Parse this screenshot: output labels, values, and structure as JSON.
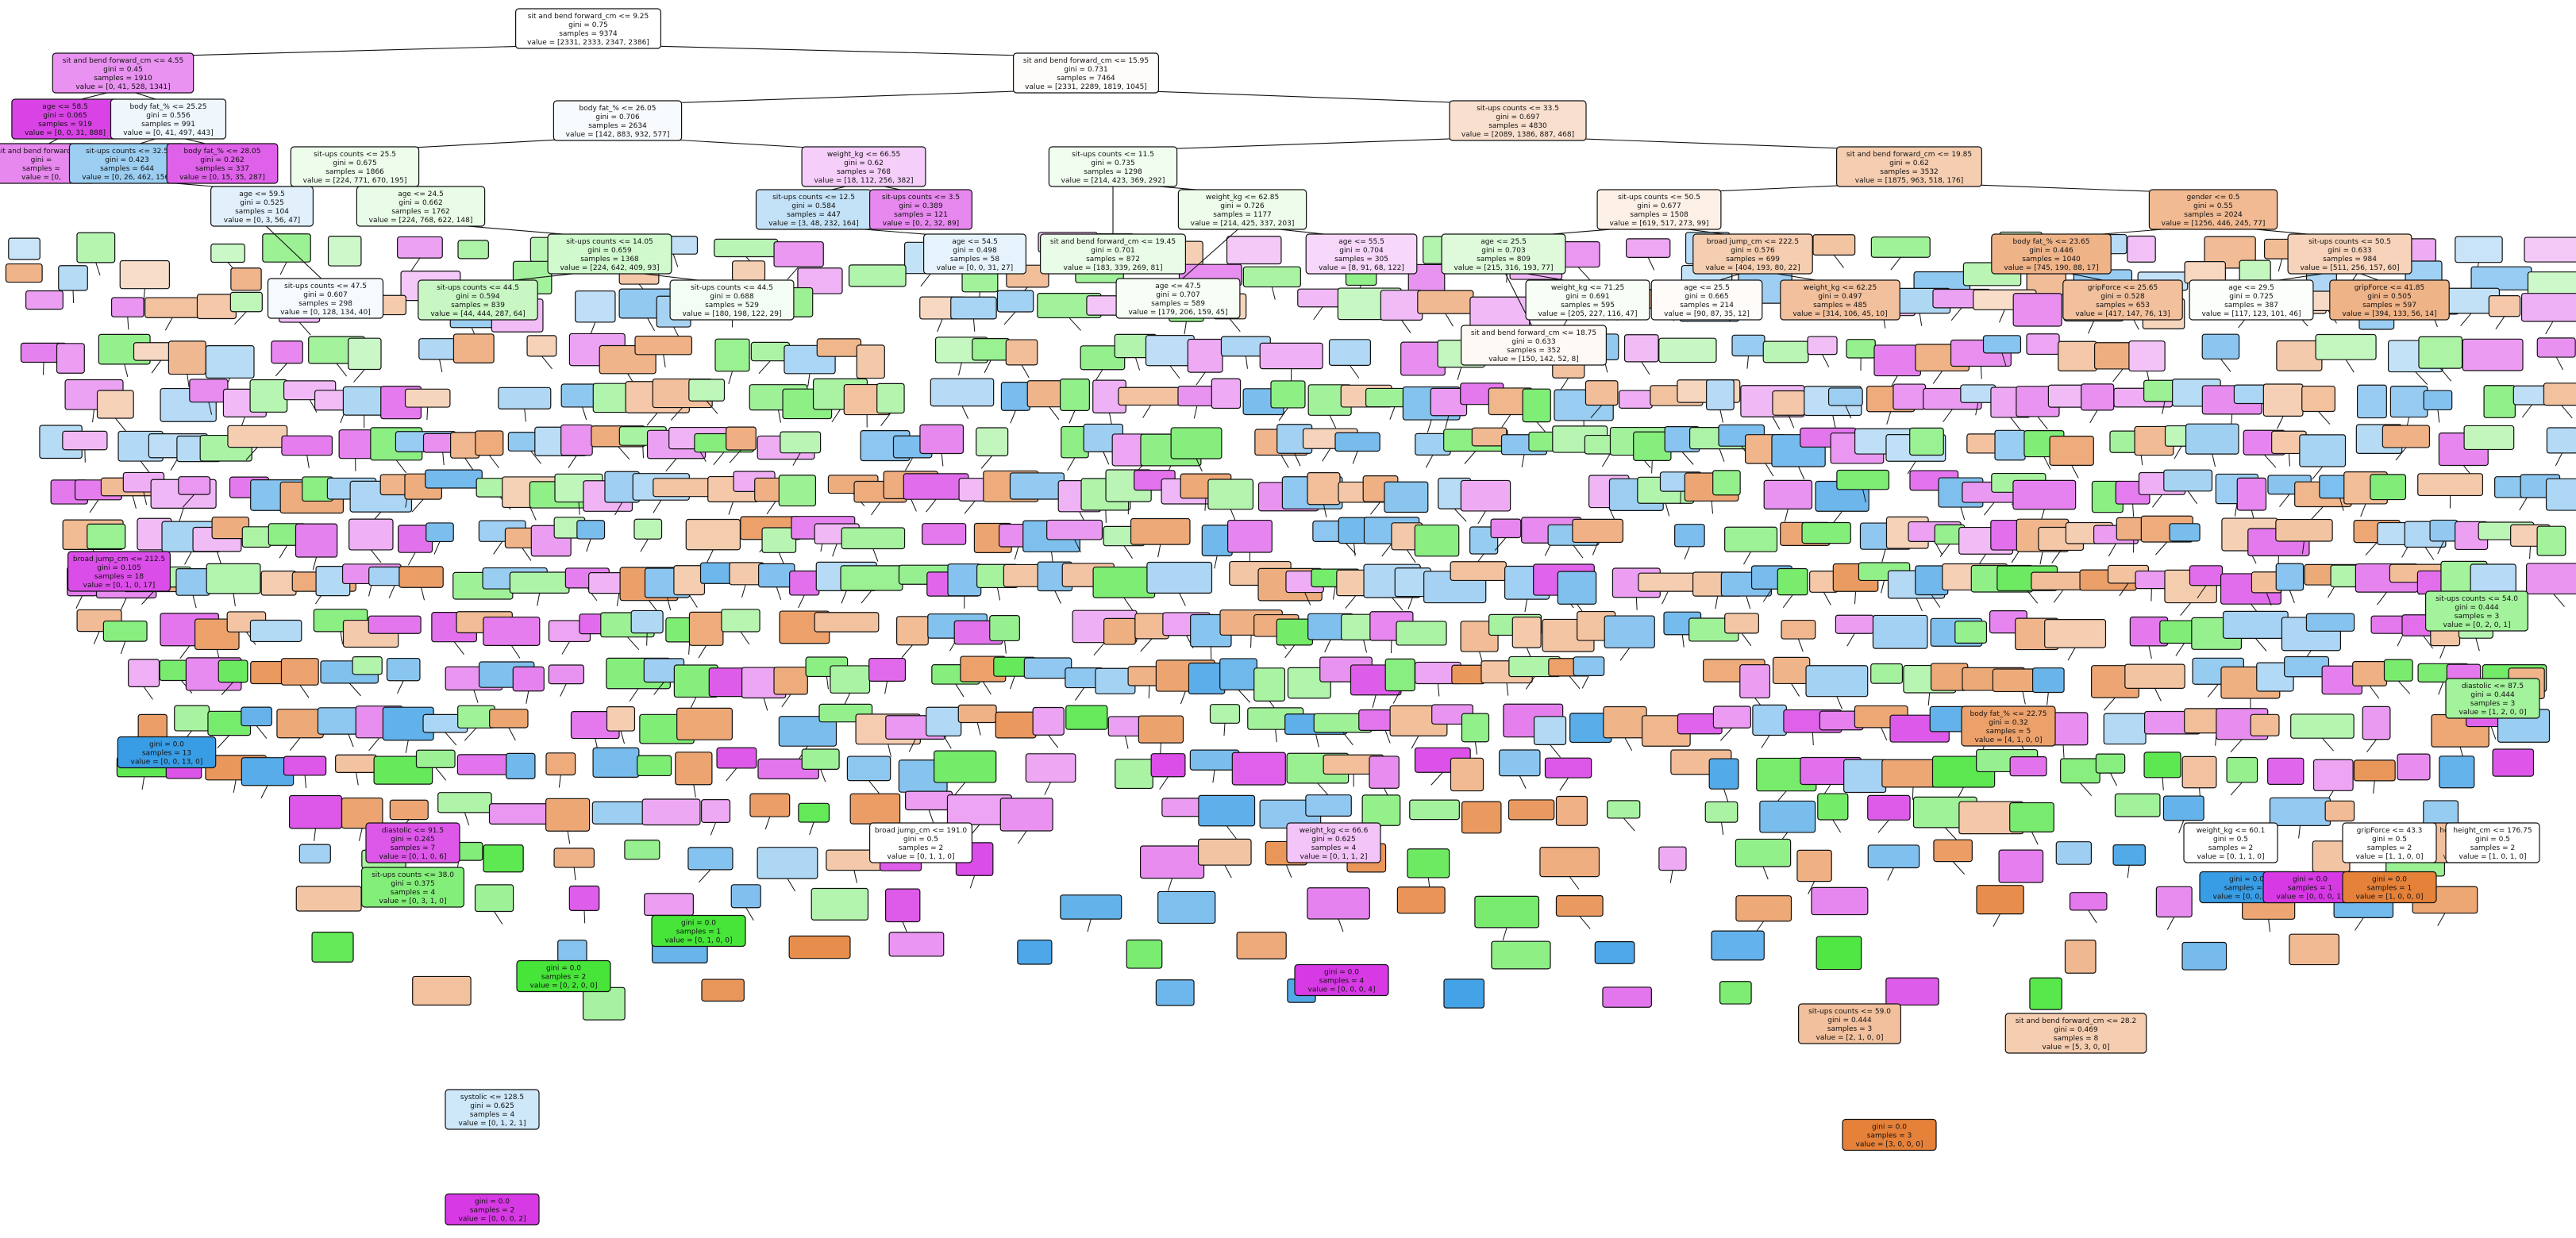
{
  "colors": {
    "class0": "#e58139",
    "class1": "#47e539",
    "class2": "#399de5",
    "class3": "#d739e5",
    "white": "#ffffff",
    "edge": "#111111"
  },
  "tree": {
    "nodes": [
      {
        "id": "n0",
        "lines": [
          "sit and bend forward_cm <= 9.25",
          "gini = 0.75",
          "samples = 9374",
          "value = [2331, 2333, 2347, 2386]"
        ],
        "cls": 3,
        "purity": 0.0
      },
      {
        "id": "n1",
        "lines": [
          "sit and bend forward_cm <= 4.55",
          "gini = 0.45",
          "samples = 1910",
          "value = [0, 41, 528, 1341]"
        ],
        "cls": 3,
        "purity": 0.55
      },
      {
        "id": "n2",
        "lines": [
          "sit and bend forward_cm <= 15.95",
          "gini = 0.731",
          "samples = 7464",
          "value = [2331, 2289, 1819, 1045]"
        ],
        "cls": 0,
        "purity": 0.02
      },
      {
        "id": "n3",
        "lines": [
          "age <= 58.5",
          "gini = 0.065",
          "samples = 919",
          "value = [0, 0, 31, 888]"
        ],
        "cls": 3,
        "purity": 0.95
      },
      {
        "id": "n4",
        "lines": [
          "body fat_% <= 25.25",
          "gini = 0.556",
          "samples = 991",
          "value = [0, 41, 497, 443]"
        ],
        "cls": 2,
        "purity": 0.08
      },
      {
        "id": "n5",
        "lines": [
          "body fat_% <= 26.05",
          "gini = 0.706",
          "samples = 2634",
          "value = [142, 883, 932, 577]"
        ],
        "cls": 2,
        "purity": 0.04
      },
      {
        "id": "n6",
        "lines": [
          "sit-ups counts <= 33.5",
          "gini = 0.697",
          "samples = 4830",
          "value = [2089, 1386, 887, 468]"
        ],
        "cls": 0,
        "purity": 0.25
      },
      {
        "id": "n7",
        "lines": [
          "sit and bend forward_cm",
          "gini =",
          "samples =",
          "value = [0,"
        ],
        "cls": 3,
        "purity": 0.6
      },
      {
        "id": "n8",
        "lines": [
          "sit-ups counts <= 32.5",
          "gini = 0.423",
          "samples = 644",
          "value = [0, 26, 462, 156]"
        ],
        "cls": 2,
        "purity": 0.5
      },
      {
        "id": "n9",
        "lines": [
          "body fat_% <= 28.05",
          "gini = 0.262",
          "samples = 337",
          "value = [0, 15, 35, 287]"
        ],
        "cls": 3,
        "purity": 0.8
      },
      {
        "id": "n10",
        "lines": [
          "sit-ups counts <= 25.5",
          "gini = 0.675",
          "samples = 1866",
          "value = [224, 771, 670, 195]"
        ],
        "cls": 1,
        "purity": 0.1
      },
      {
        "id": "n11",
        "lines": [
          "weight_kg <= 66.55",
          "gini = 0.62",
          "samples = 768",
          "value = [18, 112, 256, 382]"
        ],
        "cls": 3,
        "purity": 0.25
      },
      {
        "id": "n12",
        "lines": [
          "sit-ups counts <= 11.5",
          "gini = 0.735",
          "samples = 1298",
          "value = [214, 423, 369, 292]"
        ],
        "cls": 1,
        "purity": 0.08
      },
      {
        "id": "n13",
        "lines": [
          "sit and bend forward_cm <= 19.85",
          "gini = 0.62",
          "samples = 3532",
          "value = [1875, 963, 518, 176]"
        ],
        "cls": 0,
        "purity": 0.4
      },
      {
        "id": "n14",
        "lines": [
          "age <= 59.5",
          "gini = 0.525",
          "samples = 104",
          "value = [0, 3, 56, 47]"
        ],
        "cls": 2,
        "purity": 0.15
      },
      {
        "id": "n15",
        "lines": [
          "age <= 24.5",
          "gini = 0.662",
          "samples = 1762",
          "value = [224, 768, 622, 148]"
        ],
        "cls": 1,
        "purity": 0.12
      },
      {
        "id": "n16",
        "lines": [
          "sit-ups counts <= 12.5",
          "gini = 0.584",
          "samples = 447",
          "value = [3, 48, 232, 164]"
        ],
        "cls": 2,
        "purity": 0.3
      },
      {
        "id": "n17",
        "lines": [
          "sit-ups counts <= 3.5",
          "gini = 0.389",
          "samples = 121",
          "value = [0, 2, 32, 89]"
        ],
        "cls": 3,
        "purity": 0.6
      },
      {
        "id": "n18",
        "lines": [
          "sit and bend forward_cm <= 19.45",
          "gini = 0.701",
          "samples = 872",
          "value = [183, 339, 269, 81]"
        ],
        "cls": 1,
        "purity": 0.12
      },
      {
        "id": "n19",
        "lines": [
          "weight_kg <= 62.85",
          "gini = 0.726",
          "samples = 1177",
          "value = [214, 425, 337, 203]"
        ],
        "cls": 1,
        "purity": 0.1
      },
      {
        "id": "n20",
        "lines": [
          "sit-ups counts <= 50.5",
          "gini = 0.677",
          "samples = 1508",
          "value = [619, 517, 273, 99]"
        ],
        "cls": 0,
        "purity": 0.12
      },
      {
        "id": "n21",
        "lines": [
          "gender <= 0.5",
          "gini = 0.55",
          "samples = 2024",
          "value = [1256, 446, 245, 77]"
        ],
        "cls": 0,
        "purity": 0.55
      },
      {
        "id": "n22",
        "lines": [
          "sit-ups counts <= 47.5",
          "gini = 0.607",
          "samples = 298",
          "value = [0, 128, 134, 40]"
        ],
        "cls": 2,
        "purity": 0.05
      },
      {
        "id": "n23",
        "lines": [
          "sit-ups counts <= 14.05",
          "gini = 0.659",
          "samples = 1368",
          "value = [224, 642, 409, 93]"
        ],
        "cls": 1,
        "purity": 0.25
      },
      {
        "id": "n24",
        "lines": [
          "age <= 54.5",
          "gini = 0.498",
          "samples = 58",
          "value = [0, 0, 31, 27]"
        ],
        "cls": 2,
        "purity": 0.12
      },
      {
        "id": "n25",
        "lines": [
          "age <= 47.5",
          "gini = 0.707",
          "samples = 589",
          "value = [179, 206, 159, 45]"
        ],
        "cls": 1,
        "purity": 0.05
      },
      {
        "id": "n26",
        "lines": [
          "age <= 55.5",
          "gini = 0.704",
          "samples = 305",
          "value = [8, 91, 68, 122]"
        ],
        "cls": 3,
        "purity": 0.2
      },
      {
        "id": "n27",
        "lines": [
          "age <= 25.5",
          "gini = 0.703",
          "samples = 809",
          "value = [215, 316, 193, 77]"
        ],
        "cls": 1,
        "purity": 0.18
      },
      {
        "id": "n28",
        "lines": [
          "broad jump_cm <= 222.5",
          "gini = 0.576",
          "samples = 699",
          "value = [404, 193, 80, 22]"
        ],
        "cls": 0,
        "purity": 0.4
      },
      {
        "id": "n29",
        "lines": [
          "body fat_% <= 23.65",
          "gini = 0.446",
          "samples = 1040",
          "value = [745, 190, 88, 17]"
        ],
        "cls": 0,
        "purity": 0.6
      },
      {
        "id": "n30",
        "lines": [
          "sit-ups counts <= 50.5",
          "gini = 0.633",
          "samples = 984",
          "value = [511, 256, 157, 60]"
        ],
        "cls": 0,
        "purity": 0.35
      },
      {
        "id": "n31",
        "lines": [
          "sit-ups counts <= 44.5",
          "gini = 0.594",
          "samples = 839",
          "value = [44, 444, 287, 64]"
        ],
        "cls": 1,
        "purity": 0.3
      },
      {
        "id": "n32",
        "lines": [
          "sit-ups counts <= 44.5",
          "gini = 0.688",
          "samples = 529",
          "value = [180, 198, 122, 29]"
        ],
        "cls": 1,
        "purity": 0.06
      },
      {
        "id": "n33",
        "lines": [
          "sit and bend forward_cm <= 18.75",
          "gini = 0.633",
          "samples = 352",
          "value = [150, 142, 52, 8]"
        ],
        "cls": 0,
        "purity": 0.05
      },
      {
        "id": "n34",
        "lines": [
          "weight_kg <= 71.25",
          "gini = 0.691",
          "samples = 595",
          "value = [205, 227, 116, 47]"
        ],
        "cls": 1,
        "purity": 0.05
      },
      {
        "id": "n35",
        "lines": [
          "age <= 25.5",
          "gini = 0.665",
          "samples = 214",
          "value = [90, 87, 35, 12]"
        ],
        "cls": 0,
        "purity": 0.03
      },
      {
        "id": "n36",
        "lines": [
          "weight_kg <= 62.25",
          "gini = 0.497",
          "samples = 485",
          "value = [314, 106, 45, 10]"
        ],
        "cls": 0,
        "purity": 0.5
      },
      {
        "id": "n37",
        "lines": [
          "gripForce <= 25.65",
          "gini = 0.528",
          "samples = 653",
          "value = [417, 147, 76, 13]"
        ],
        "cls": 0,
        "purity": 0.5
      },
      {
        "id": "n38",
        "lines": [
          "age <= 29.5",
          "gini = 0.725",
          "samples = 387",
          "value = [117, 123, 101, 46]"
        ],
        "cls": 1,
        "purity": 0.02
      },
      {
        "id": "n39",
        "lines": [
          "gripForce <= 41.85",
          "gini = 0.505",
          "samples = 597",
          "value = [394, 133, 56, 14]"
        ],
        "cls": 0,
        "purity": 0.6
      }
    ]
  },
  "deep_nodes": [
    {
      "lines": [
        "sit-ups counts <= 54.0",
        "gini = 0.444",
        "samples = 3",
        "value = [0, 2, 0, 1]"
      ],
      "cls": 1,
      "purity": 0.5
    },
    {
      "lines": [
        "diastolic <= 87.5",
        "gini = 0.444",
        "samples = 3",
        "value = [1, 2, 0, 0]"
      ],
      "cls": 1,
      "purity": 0.5
    },
    {
      "lines": [
        "height_cm <= 176.2",
        "gini = 0.444",
        "samples = 3",
        "value = [2, 1, 0, 0]"
      ],
      "cls": 0,
      "purity": 0.5
    },
    {
      "lines": [
        "weight_kg <= 60.1",
        "gini = 0.5",
        "samples = 2",
        "value = [0, 1, 1, 0]"
      ],
      "cls": 2,
      "purity": 0.0
    },
    {
      "lines": [
        "gripForce <= 43.3",
        "gini = 0.5",
        "samples = 2",
        "value = [1, 1, 0, 0]"
      ],
      "cls": 0,
      "purity": 0.0
    },
    {
      "lines": [
        "height_cm <= 176.75",
        "gini = 0.5",
        "samples = 2",
        "value = [1, 0, 1, 0]"
      ],
      "cls": 0,
      "purity": 0.0
    },
    {
      "lines": [
        "gini = 0.0",
        "samples = 1",
        "value = [0, 0, 1, 0]"
      ],
      "cls": 2,
      "purity": 1.0
    },
    {
      "lines": [
        "gini = 0.0",
        "samples = 1",
        "value = [0, 0, 0, 1]"
      ],
      "cls": 3,
      "purity": 1.0
    },
    {
      "lines": [
        "gini = 0.0",
        "samples = 1",
        "value = [1, 0, 0, 0]"
      ],
      "cls": 0,
      "purity": 1.0
    },
    {
      "lines": [
        "gini = 0.0",
        "samples = 13",
        "value = [0, 0, 13, 0]"
      ],
      "cls": 2,
      "purity": 1.0
    },
    {
      "lines": [
        "broad jump_cm <= 212.5",
        "gini = 0.105",
        "samples = 18",
        "value = [0, 1, 0, 17]"
      ],
      "cls": 3,
      "purity": 0.9
    },
    {
      "lines": [
        "broad jump_cm <= 191.0",
        "gini = 0.5",
        "samples = 2",
        "value = [0, 1, 1, 0]"
      ],
      "cls": 1,
      "purity": 0.0
    },
    {
      "lines": [
        "body fat_% <= 22.75",
        "gini = 0.32",
        "samples = 5",
        "value = [4, 1, 0, 0]"
      ],
      "cls": 0,
      "purity": 0.75
    },
    {
      "lines": [
        "sit-ups counts <= 59.0",
        "gini = 0.444",
        "samples = 3",
        "value = [2, 1, 0, 0]"
      ],
      "cls": 0,
      "purity": 0.5
    },
    {
      "lines": [
        "sit and bend forward_cm <= 28.2",
        "gini = 0.469",
        "samples = 8",
        "value = [5, 3, 0, 0]"
      ],
      "cls": 0,
      "purity": 0.4
    },
    {
      "lines": [
        "systolic <= 128.5",
        "gini = 0.625",
        "samples = 4",
        "value = [0, 1, 2, 1]"
      ],
      "cls": 2,
      "purity": 0.25
    },
    {
      "lines": [
        "sit-ups counts <= 38.0",
        "gini = 0.375",
        "samples = 4",
        "value = [0, 3, 1, 0]"
      ],
      "cls": 1,
      "purity": 0.67
    },
    {
      "lines": [
        "gini = 0.0",
        "samples = 2",
        "value = [0, 0, 0, 2]"
      ],
      "cls": 3,
      "purity": 1.0
    },
    {
      "lines": [
        "gini = 0.0",
        "samples = 4",
        "value = [0, 0, 0, 4]"
      ],
      "cls": 3,
      "purity": 1.0
    },
    {
      "lines": [
        "gini = 0.0",
        "samples = 1",
        "value = [0, 1, 0, 0]"
      ],
      "cls": 1,
      "purity": 1.0
    },
    {
      "lines": [
        "gini = 0.0",
        "samples = 2",
        "value = [0, 2, 0, 0]"
      ],
      "cls": 1,
      "purity": 1.0
    },
    {
      "lines": [
        "gini = 0.0",
        "samples = 3",
        "value = [3, 0, 0, 0]"
      ],
      "cls": 0,
      "purity": 1.0
    },
    {
      "lines": [
        "diastolic <= 91.5",
        "gini = 0.245",
        "samples = 7",
        "value = [0, 1, 0, 6]"
      ],
      "cls": 3,
      "purity": 0.85
    },
    {
      "lines": [
        "weight_kg <= 66.6",
        "gini = 0.625",
        "samples = 4",
        "value = [0, 1, 1, 2]"
      ],
      "cls": 3,
      "purity": 0.3
    }
  ]
}
